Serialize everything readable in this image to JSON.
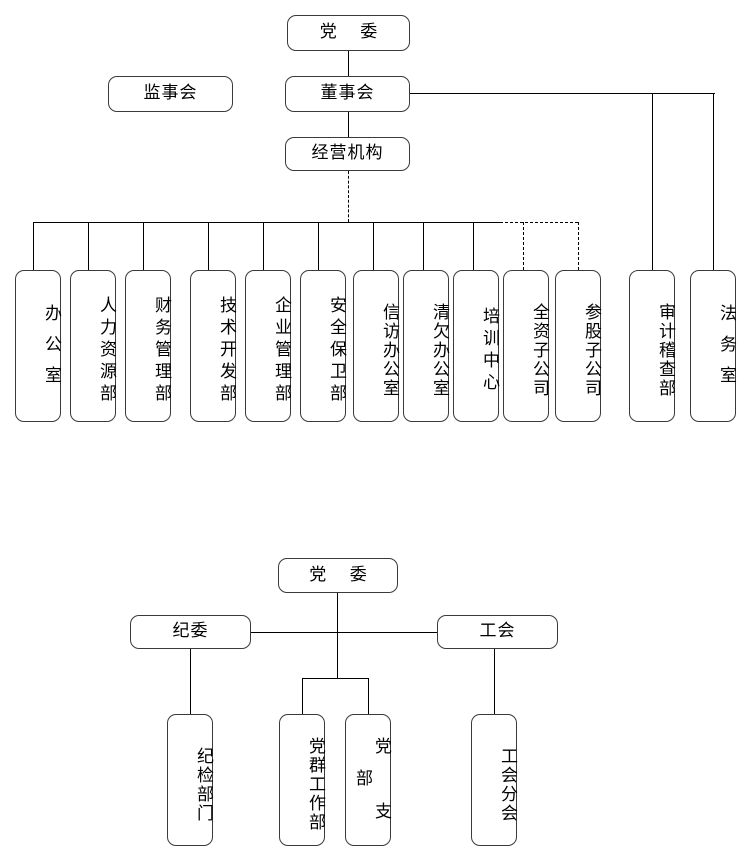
{
  "diagram": {
    "title_top": "",
    "colors": {
      "background": "#ffffff",
      "box_border": "#3a3a3a",
      "connector": "#000000",
      "text": "#000000"
    },
    "top_chart": {
      "party_committee": "党  委",
      "board_of_supervisors": "监事会",
      "board_of_directors": "董事会",
      "operating_body": "经营机构",
      "departments": [
        "办公室",
        "人力资源部",
        "财务管理部",
        "技术开发部",
        "企业管理部",
        "安全保卫部",
        "信访办公室",
        "清欠办公室",
        "培训中心",
        "全资子公司",
        "参股子公司"
      ],
      "board_direct_units": [
        "审计稽查部",
        "法务室"
      ]
    },
    "bottom_chart": {
      "party_committee": "党  委",
      "discipline_committee": "纪委",
      "labor_union": "工会",
      "discipline_unit": "纪检部门",
      "party_mass_work_dept": "党群工作部",
      "party_branch": "党 支 部",
      "union_branch": "工会分会"
    }
  }
}
